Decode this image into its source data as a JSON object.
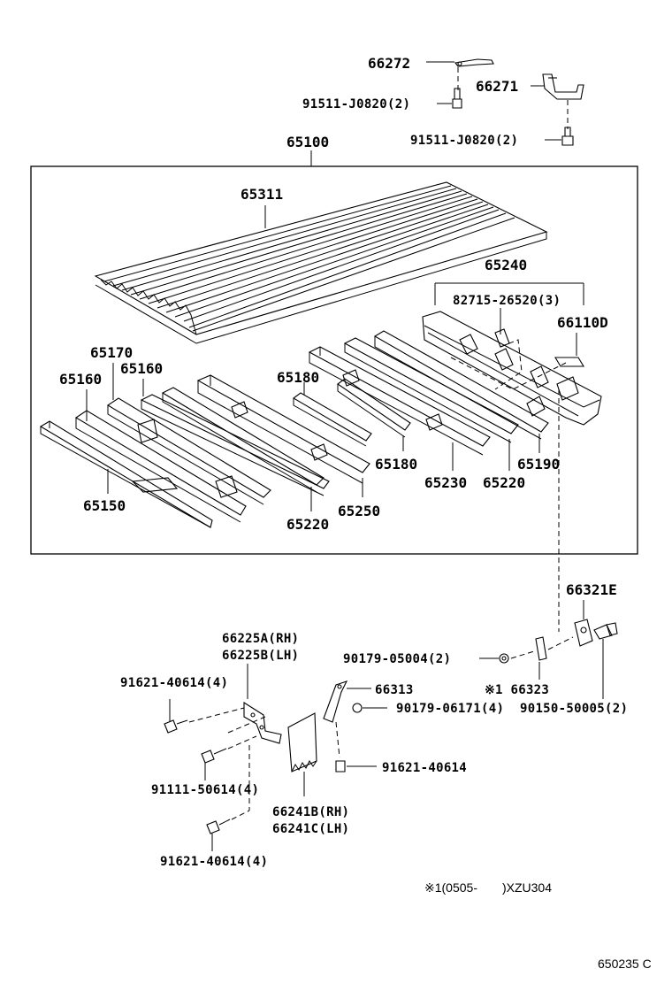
{
  "labels": {
    "p66272": "66272",
    "p91511a": "91511-J0820(2)",
    "p66271": "66271",
    "p91511b": "91511-J0820(2)",
    "p65100": "65100",
    "p65311": "65311",
    "p65240": "65240",
    "p82715": "82715-26520(3)",
    "p66110d": "66110D",
    "p65170": "65170",
    "p65160a": "65160",
    "p65160b": "65160",
    "p65180a": "65180",
    "p65180b": "65180",
    "p65230": "65230",
    "p65220a": "65220",
    "p65190": "65190",
    "p65150": "65150",
    "p65220b": "65220",
    "p65250": "65250",
    "p66321e": "66321E",
    "p66225a": "66225A(RH)",
    "p66225b": "66225B(LH)",
    "p90179a": "90179-05004(2)",
    "p66323": "※1 66323",
    "p91621a": "91621-40614(4)",
    "p66313": "66313",
    "p90179b": "90179-06171(4)",
    "p90150": "90150-50005(2)",
    "p91111": "91111-50614(4)",
    "p91621b": "91621-40614",
    "p66241b": "66241B(RH)",
    "p66241c": "66241C(LH)",
    "p91621c": "91621-40614(4)"
  },
  "footnote": "※1(0505-　　)XZU304",
  "figure_id": "650235 C"
}
